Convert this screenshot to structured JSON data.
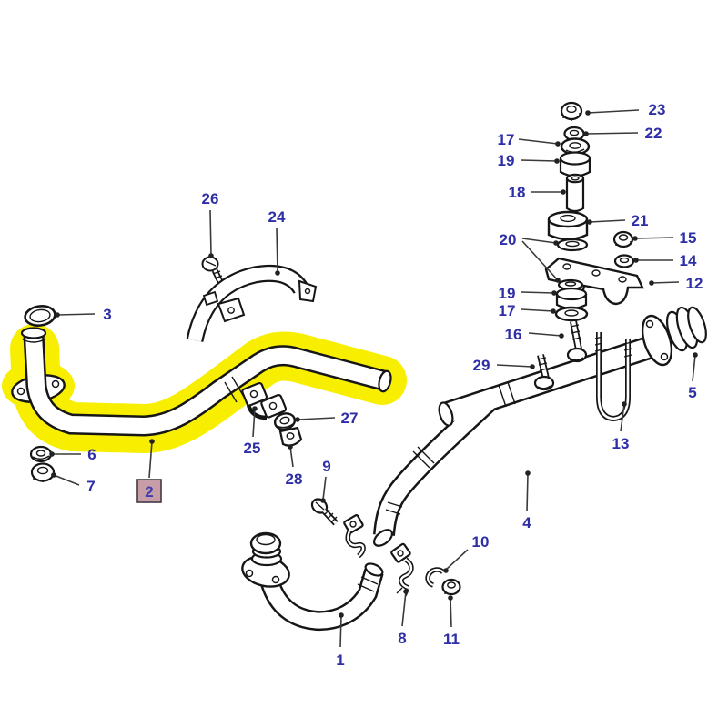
{
  "figure": {
    "kind": "exploded-parts-diagram",
    "highlighted_label": "2",
    "colors": {
      "background": "#ffffff",
      "line_art": "#161616",
      "leader_line": "#3a3a3a",
      "part_number": "#2e2ea6",
      "highlight": "#f8ef00",
      "highlight_label_box_fill": "#c79da8",
      "highlight_label_box_border": "#433a43"
    }
  },
  "labels": [
    "23",
    "22",
    "17",
    "19",
    "18",
    "21",
    "20",
    "15",
    "14",
    "12",
    "19",
    "17",
    "16",
    "29",
    "5",
    "13",
    "4",
    "26",
    "24",
    "3",
    "6",
    "7",
    "2",
    "25",
    "27",
    "28",
    "9",
    "10",
    "11",
    "8",
    "1"
  ]
}
